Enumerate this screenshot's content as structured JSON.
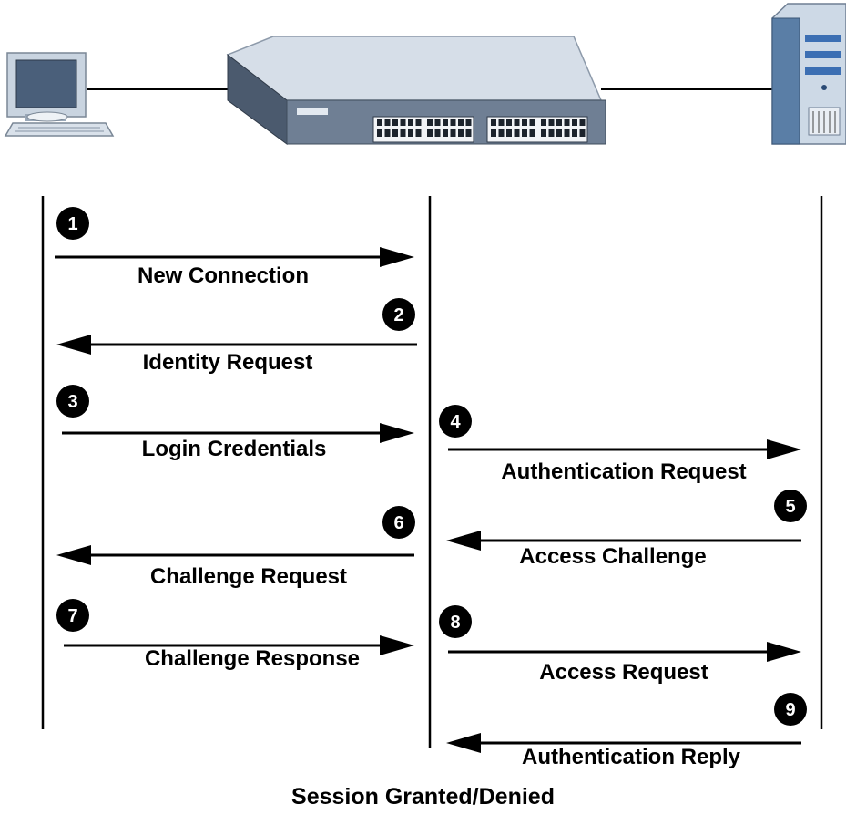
{
  "devices": [
    {
      "name": "client-computer-icon"
    },
    {
      "name": "switch-icon"
    },
    {
      "name": "authentication-server-icon"
    }
  ],
  "steps": [
    {
      "num": "1",
      "label": "New Connection"
    },
    {
      "num": "2",
      "label": "Identity Request"
    },
    {
      "num": "3",
      "label": "Login Credentials"
    },
    {
      "num": "4",
      "label": "Authentication Request"
    },
    {
      "num": "5",
      "label": "Access Challenge"
    },
    {
      "num": "6",
      "label": "Challenge Request"
    },
    {
      "num": "7",
      "label": "Challenge Response"
    },
    {
      "num": "8",
      "label": "Access Request"
    },
    {
      "num": "9",
      "label": "Authentication Reply"
    }
  ],
  "footer": "Session Granted/Denied"
}
